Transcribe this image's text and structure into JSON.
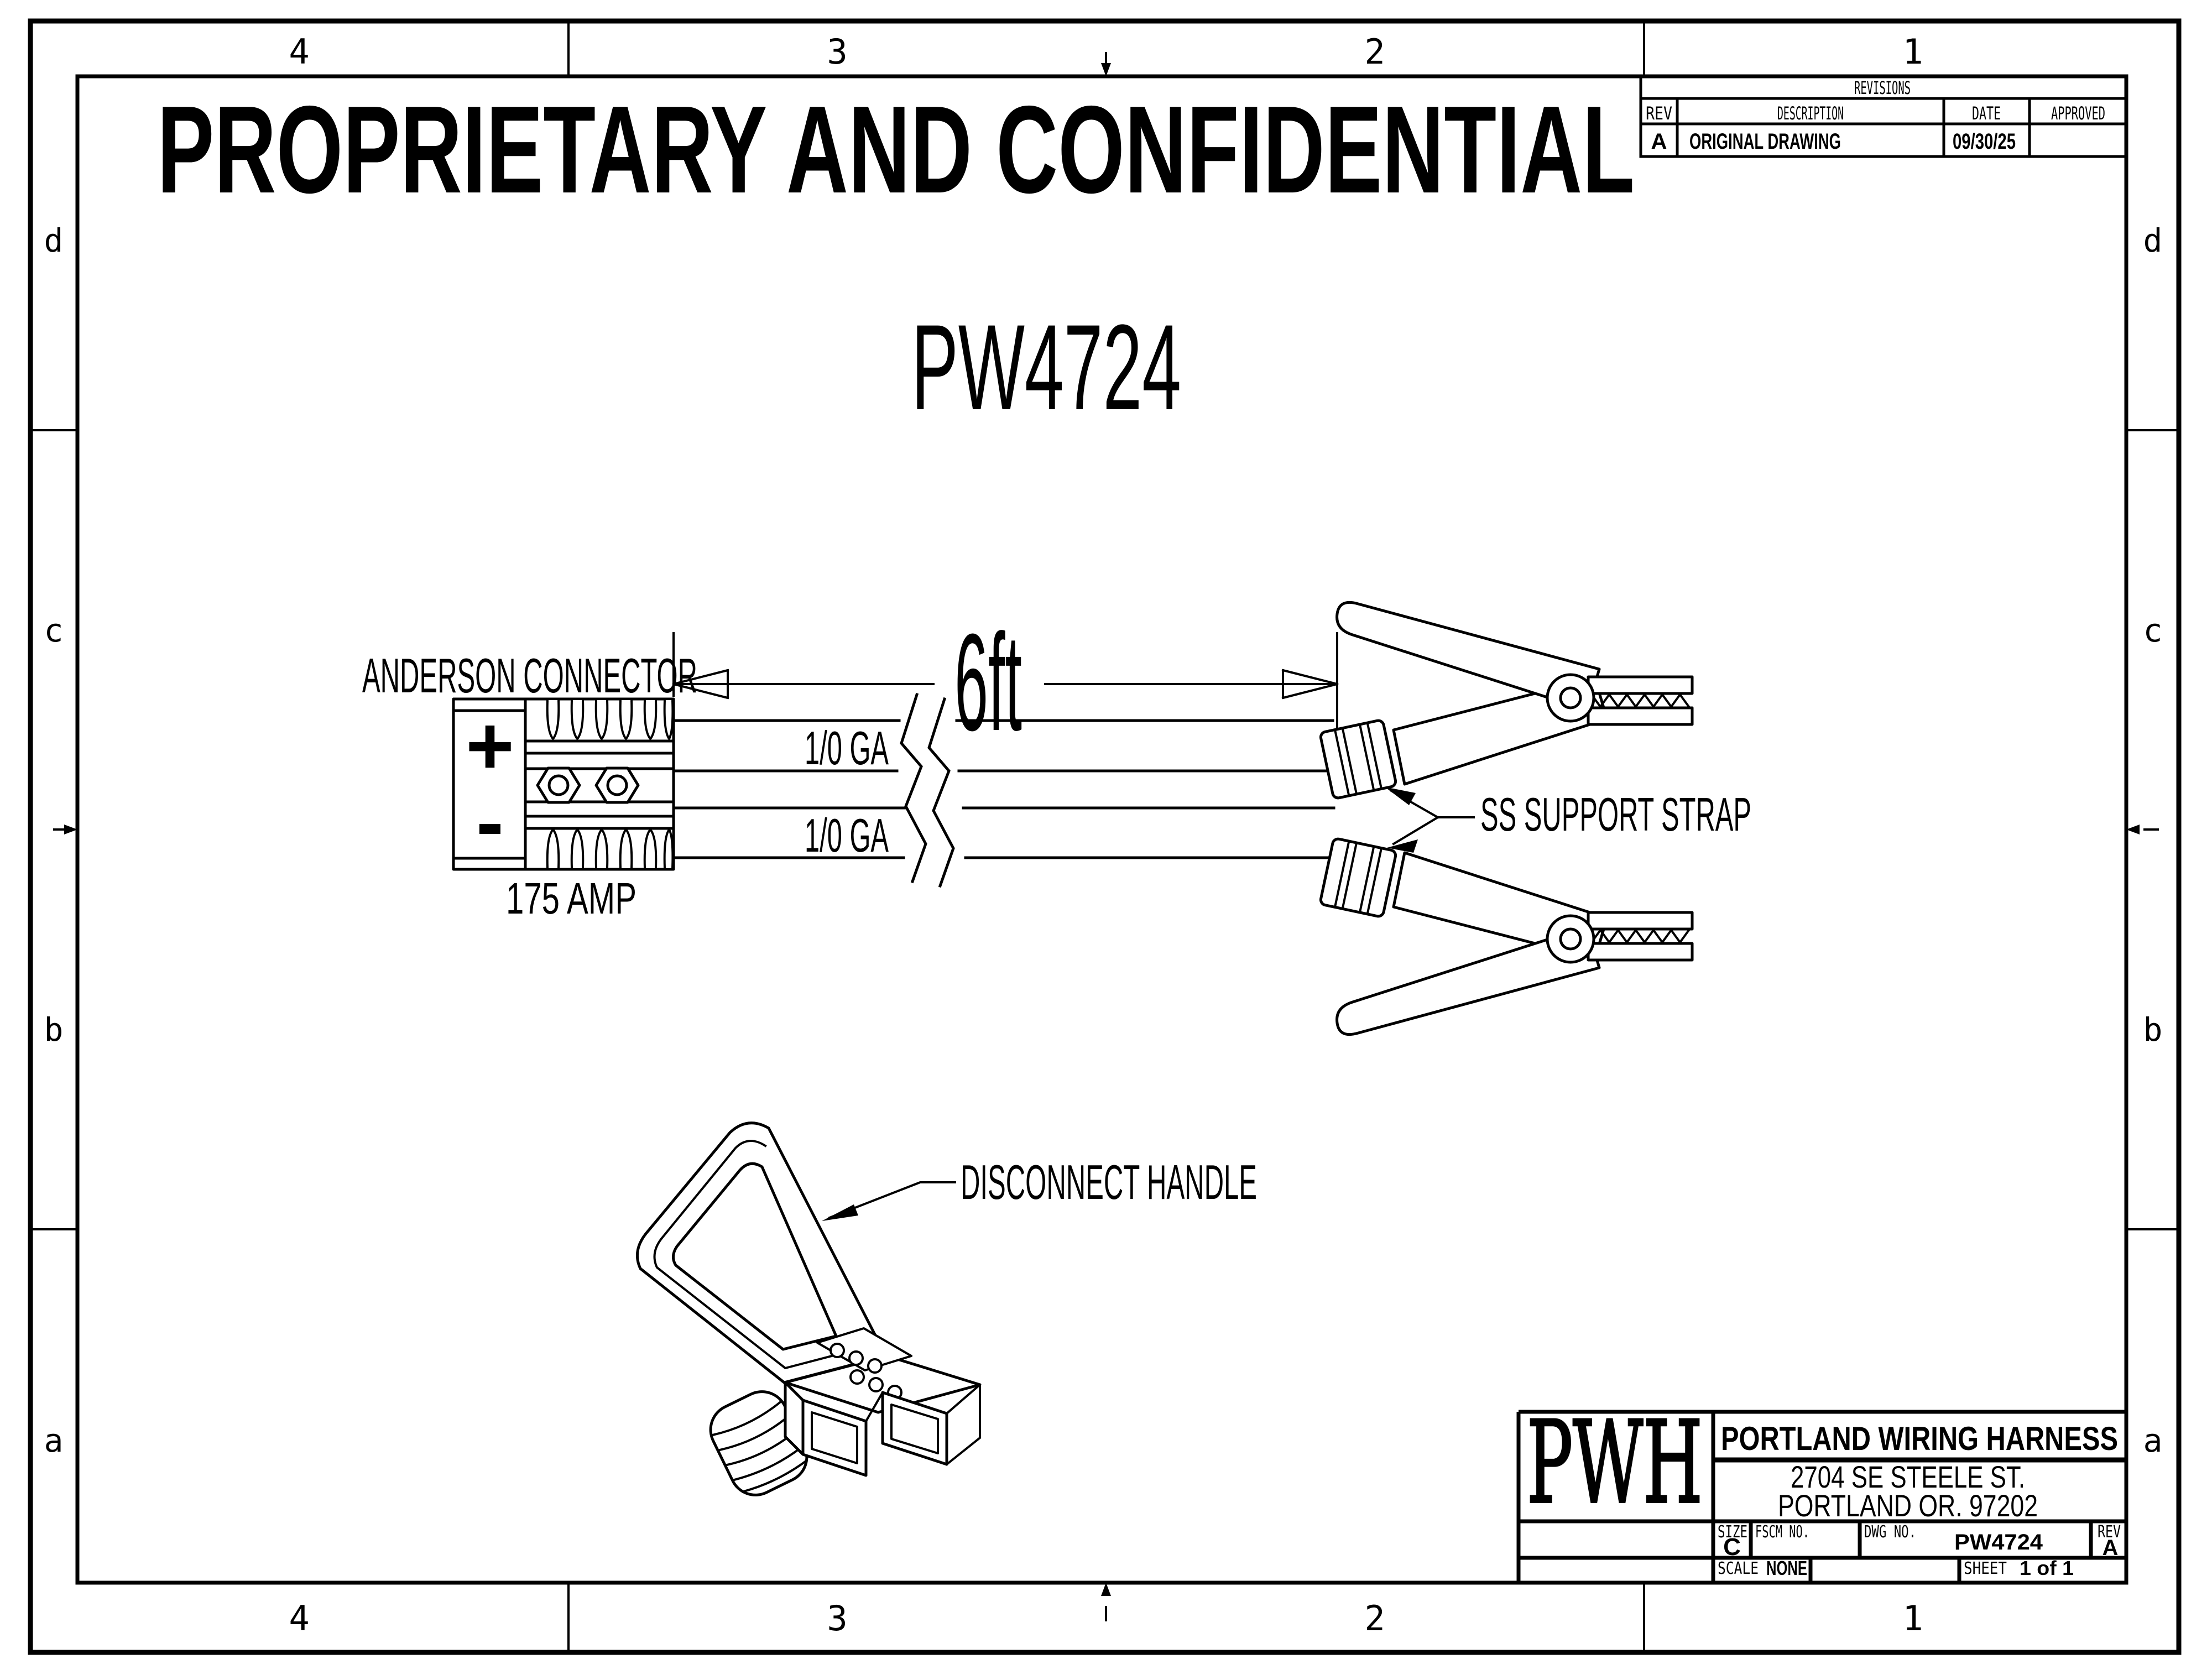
{
  "sheet": {
    "notice": "PROPRIETARY AND CONFIDENTIAL",
    "part_number": "PW4724",
    "zones": {
      "columns": [
        "4",
        "3",
        "2",
        "1"
      ],
      "rows": [
        "d",
        "c",
        "b",
        "a"
      ]
    }
  },
  "revisions": {
    "title": "REVISIONS",
    "columns": [
      "REV",
      "DESCRIPTION",
      "DATE",
      "APPROVED"
    ],
    "rows": [
      {
        "rev": "A",
        "description": "ORIGINAL DRAWING",
        "date": "09/30/25",
        "approved": ""
      }
    ]
  },
  "drawing": {
    "connector_label": "ANDERSON CONNECTOR",
    "polarity_positive": "+",
    "polarity_negative": "-",
    "connector_rating": "175 AMP",
    "wire_gauge_upper": "1/0 GA",
    "wire_gauge_lower": "1/0 GA",
    "length_dimension": "6ft",
    "strap_label": "SS SUPPORT STRAP",
    "handle_label": "DISCONNECT HANDLE"
  },
  "title_block": {
    "logo": "PWH",
    "company": "PORTLAND WIRING HARNESS",
    "address_line1": "2704 SE STEELE ST.",
    "address_line2": "PORTLAND OR. 97202",
    "size_label": "SIZE",
    "size_value": "C",
    "fscm_label": "FSCM NO.",
    "fscm_value": "",
    "dwg_label": "DWG NO.",
    "dwg_value": "PW4724",
    "rev_label": "REV",
    "rev_value": "A",
    "scale_label": "SCALE",
    "scale_value": "NONE",
    "sheet_label": "SHEET",
    "sheet_value": "1 of 1"
  },
  "colors": {
    "line": "#000000",
    "paper": "#ffffff"
  }
}
